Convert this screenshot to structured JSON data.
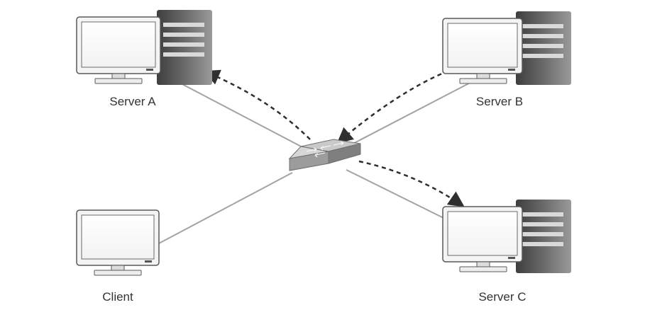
{
  "nodes": {
    "server_a": {
      "label": "Server A"
    },
    "server_b": {
      "label": "Server B"
    },
    "server_c": {
      "label": "Server C"
    },
    "client": {
      "label": "Client"
    },
    "switch": {
      "label": ""
    }
  },
  "colors": {
    "line": "#a3a3a3",
    "dashed": "#2f2f2f",
    "label": "#333333",
    "monitor_frame": "#f4f4f4",
    "monitor_outline": "#5a5a5a",
    "tower_dark": "#4a4a4a",
    "tower_light": "#8f8f8f",
    "switch_top": "#c9c9c9",
    "switch_side": "#8c8c8c"
  }
}
